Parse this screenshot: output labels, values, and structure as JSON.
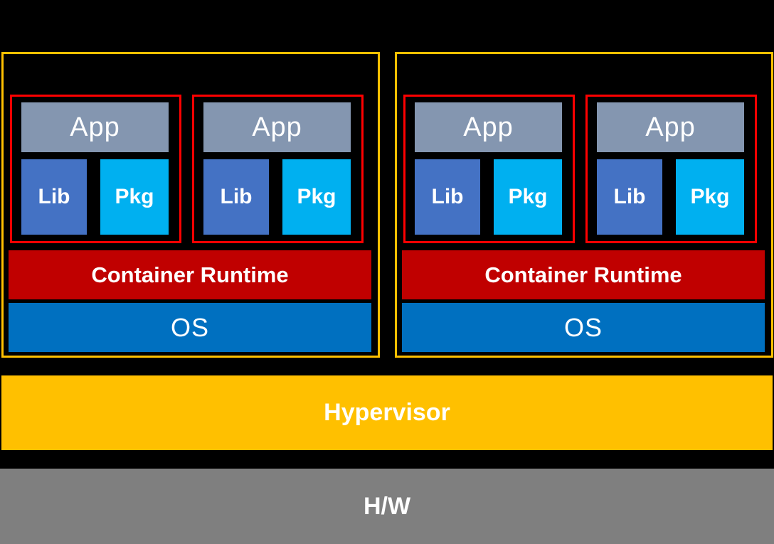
{
  "diagram": {
    "background_color": "#000000",
    "text_color": "#FFFFFF",
    "colors": {
      "vm_border": "#FFC000",
      "container_border": "#FF0000",
      "app_fill": "#8496B0",
      "lib_fill": "#4472C4",
      "pkg_fill": "#00B0F0",
      "runtime_fill": "#C00000",
      "os_fill": "#0070C0",
      "hypervisor_fill": "#FFC000",
      "hardware_fill": "#7F7F7F"
    },
    "vms": [
      {
        "containers": [
          {
            "app_label": "App",
            "lib_label": "Lib",
            "pkg_label": "Pkg"
          },
          {
            "app_label": "App",
            "lib_label": "Lib",
            "pkg_label": "Pkg"
          }
        ],
        "runtime_label": "Container Runtime",
        "os_label": "OS"
      },
      {
        "containers": [
          {
            "app_label": "App",
            "lib_label": "Lib",
            "pkg_label": "Pkg"
          },
          {
            "app_label": "App",
            "lib_label": "Lib",
            "pkg_label": "Pkg"
          }
        ],
        "runtime_label": "Container Runtime",
        "os_label": "OS"
      }
    ],
    "hypervisor_label": "Hypervisor",
    "hardware_label": "H/W"
  }
}
